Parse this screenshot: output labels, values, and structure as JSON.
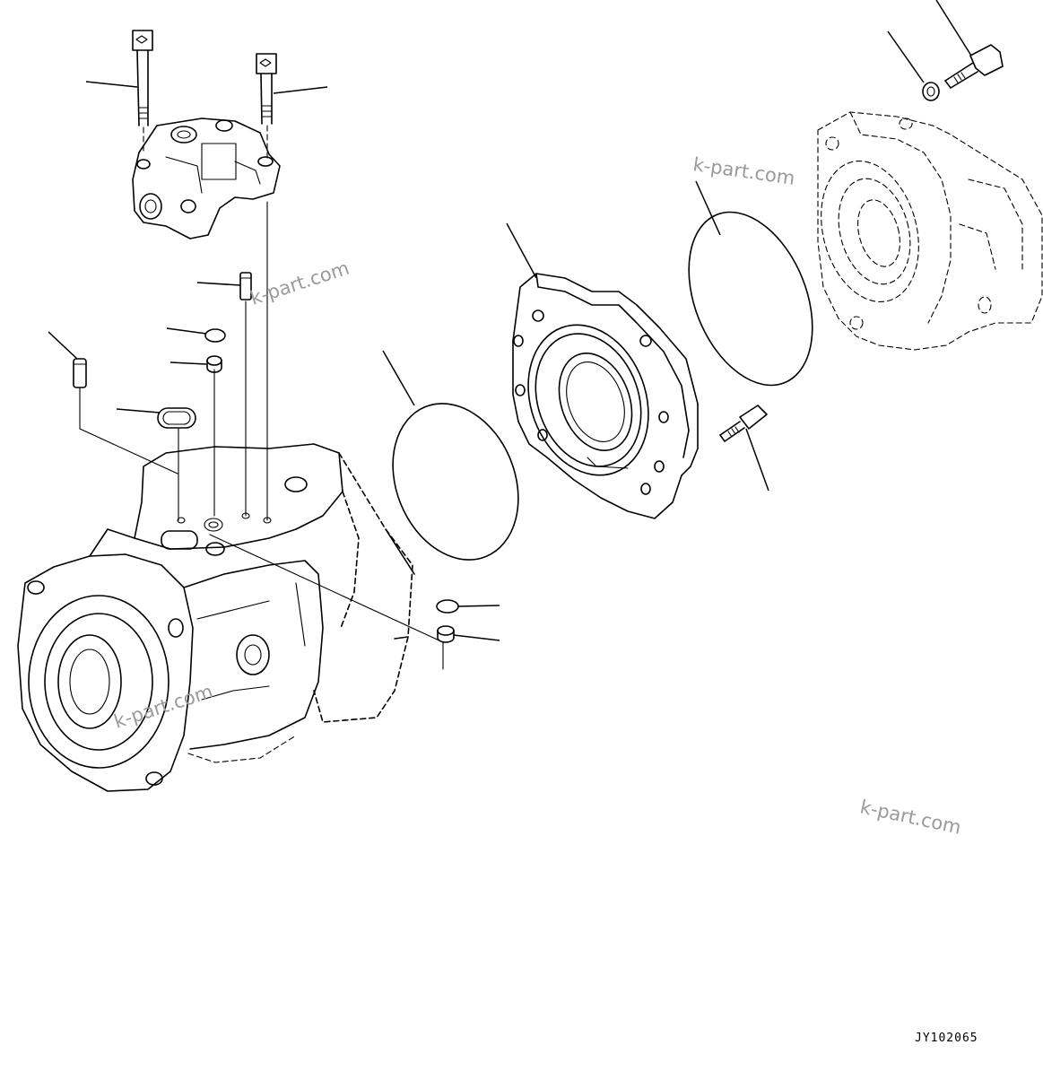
{
  "drawing": {
    "code": "JY102065",
    "watermarks": [
      "k-part.com",
      "k-part.com",
      "k-part.com",
      "k-part.com"
    ]
  }
}
